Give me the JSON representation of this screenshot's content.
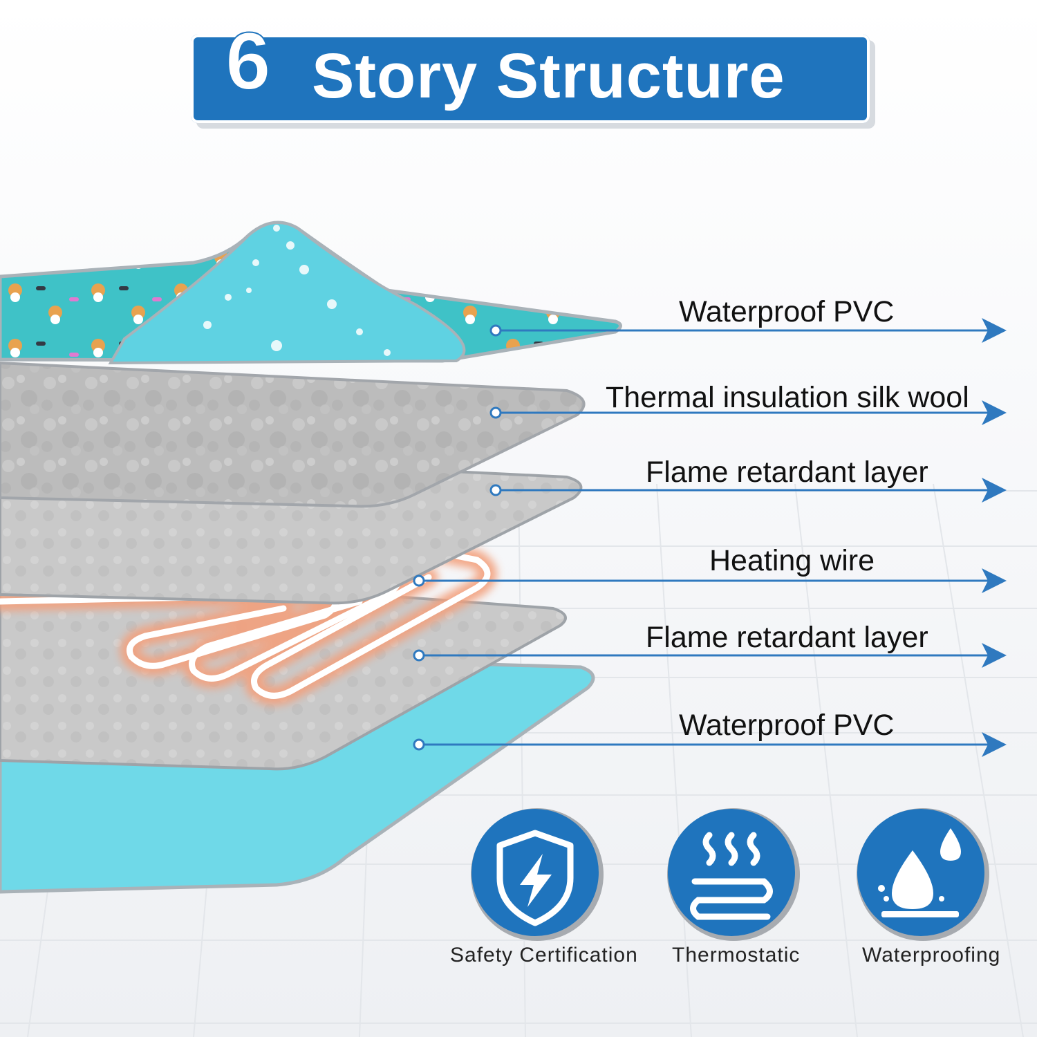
{
  "title": {
    "number": "6",
    "text": "Story Structure"
  },
  "layers": [
    {
      "label": "Waterproof PVC",
      "icon": "pvc-top-layer"
    },
    {
      "label": "Thermal insulation silk wool",
      "icon": "silk-wool-layer"
    },
    {
      "label": "Flame retardant layer",
      "icon": "flame-retardant-layer-upper"
    },
    {
      "label": "Heating wire",
      "icon": "heating-wire-layer"
    },
    {
      "label": "Flame retardant layer",
      "icon": "flame-retardant-layer-lower"
    },
    {
      "label": "Waterproof PVC",
      "icon": "pvc-bottom-layer"
    }
  ],
  "features": [
    {
      "label": "Safety Certification",
      "icon": "shield-bolt-icon"
    },
    {
      "label": "Thermostatic",
      "icon": "heat-waves-icon"
    },
    {
      "label": "Waterproofing",
      "icon": "water-drops-icon"
    }
  ],
  "colors": {
    "brand_blue": "#1f74bd",
    "pvc_cyan": "#6fd9e8",
    "pattern_teal": "#3fc2c7",
    "felt_gray": "#bdbdbd",
    "wire_glow": "#f3a07d",
    "arrow_blue": "#2f79bf"
  }
}
